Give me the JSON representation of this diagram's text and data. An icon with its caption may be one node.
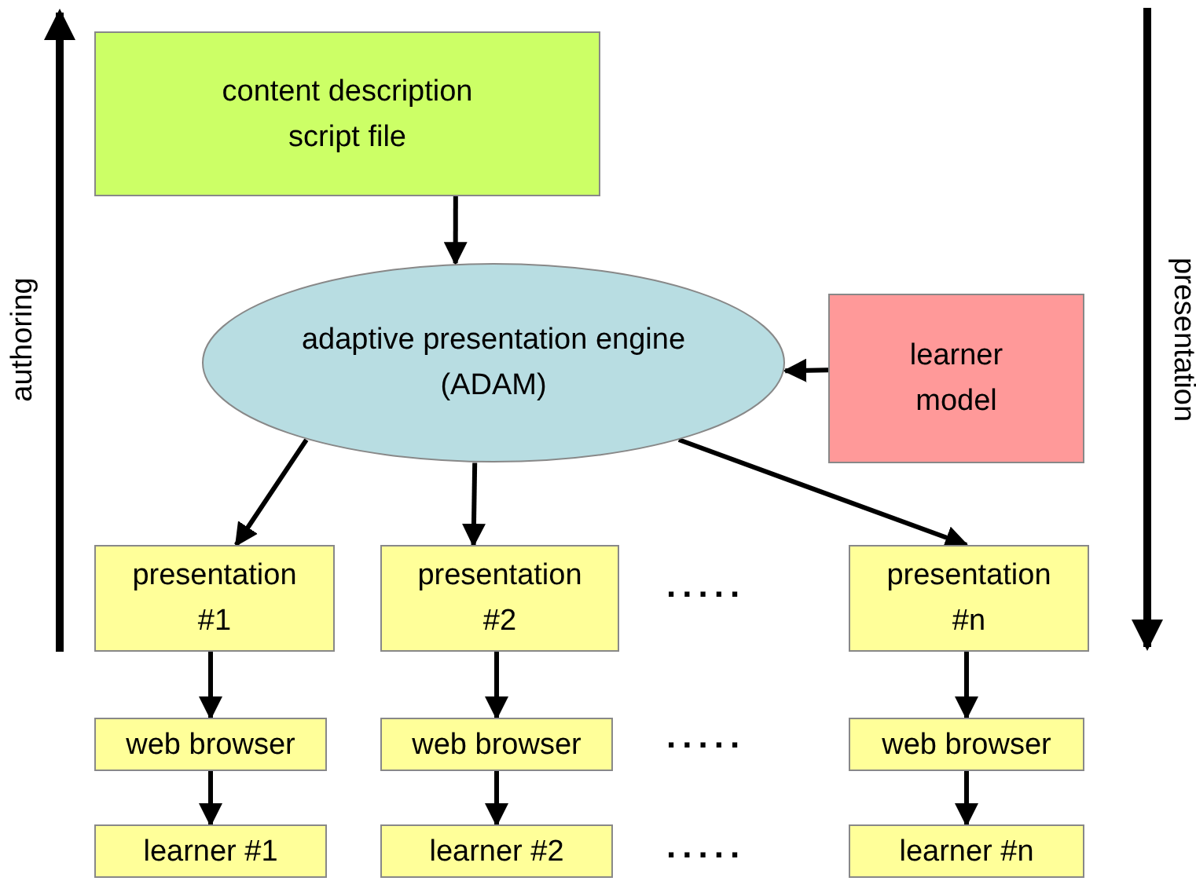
{
  "diagram": {
    "nodes": [
      {
        "text": [
          "content description script file"
        ]
      },
      {
        "text": [
          "adaptive presentation engine (ADAM)"
        ]
      },
      {
        "text": [
          "learner model"
        ]
      },
      {
        "text": [
          "presentation #1"
        ]
      },
      {
        "text": [
          "presentation #2"
        ]
      },
      {
        "text": [
          "presentation #n"
        ]
      },
      {
        "text": [
          "web browser"
        ]
      },
      {
        "text": [
          "web browser"
        ]
      },
      {
        "text": [
          "web browser"
        ]
      },
      {
        "text": [
          "learner #1"
        ]
      },
      {
        "text": [
          "learner #2"
        ]
      },
      {
        "text": [
          "learner #n"
        ]
      }
    ],
    "edges": [
      {
        "from": 0,
        "to": 1,
        "arrow": "to"
      },
      {
        "from": 2,
        "to": 1,
        "arrow": "to"
      },
      {
        "from": 1,
        "to": 3,
        "arrow": "to"
      },
      {
        "from": 1,
        "to": 4,
        "arrow": "to"
      },
      {
        "from": 1,
        "to": 5,
        "arrow": "to"
      },
      {
        "from": 3,
        "to": 6,
        "arrow": "to"
      },
      {
        "from": 4,
        "to": 7,
        "arrow": "to"
      },
      {
        "from": 5,
        "to": 8,
        "arrow": "to"
      },
      {
        "from": 6,
        "to": 9,
        "arrow": "to"
      },
      {
        "from": 7,
        "to": 10,
        "arrow": "to"
      },
      {
        "from": 8,
        "to": 11,
        "arrow": "to"
      }
    ],
    "labels": [
      "authoring",
      "presentation",
      ".....",
      ".....",
      "....."
    ]
  }
}
